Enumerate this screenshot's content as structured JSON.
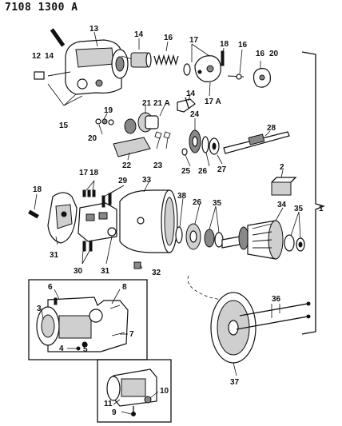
{
  "diagram": {
    "title": "7108 1300 A",
    "callouts": {
      "c1": "1",
      "c2": "2",
      "c3": "3",
      "c4": "4",
      "c5": "5",
      "c6": "6",
      "c7": "7",
      "c8": "8",
      "c9": "9",
      "c10": "10",
      "c11": "11",
      "c12": "12",
      "c13": "13",
      "c14a": "14",
      "c14b": "14",
      "c14c": "14",
      "c15": "15",
      "c16a": "16",
      "c16b": "16",
      "c16c": "16",
      "c17a": "17",
      "c17b": "17",
      "c17c": "17 A",
      "c18a": "18",
      "c18b": "18",
      "c18c": "18",
      "c19": "19",
      "c20a": "20",
      "c20b": "20",
      "c21": "21",
      "c21a": "21 A",
      "c22": "22",
      "c23": "23",
      "c24": "24",
      "c25": "25",
      "c26a": "26",
      "c26b": "26",
      "c27": "27",
      "c28": "28",
      "c29": "29",
      "c30": "30",
      "c31a": "31",
      "c31b": "31",
      "c32": "32",
      "c33": "33",
      "c34": "34",
      "c35a": "35",
      "c35b": "35",
      "c36": "36",
      "c37": "37",
      "c38": "38"
    }
  }
}
